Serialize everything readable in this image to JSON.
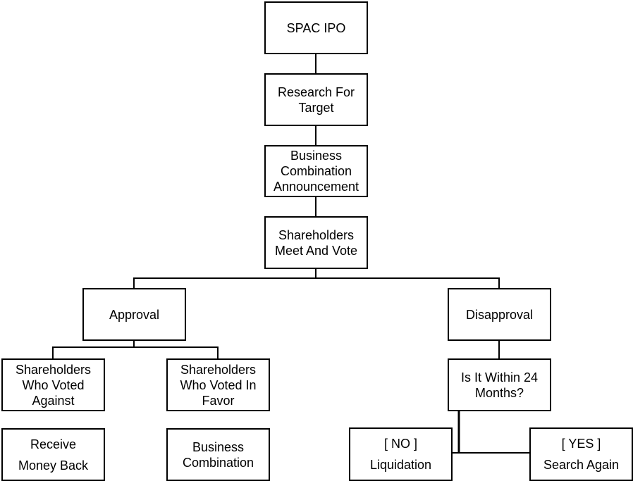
{
  "title": "SPAC process flowchart",
  "nodes": {
    "spac_ipo": [
      "SPAC IPO"
    ],
    "research": [
      "Research For",
      "Target"
    ],
    "announcement": [
      "Business",
      "Combination",
      "Announcement"
    ],
    "vote": [
      "Shareholders",
      "Meet And Vote"
    ],
    "approval": [
      "Approval"
    ],
    "disapproval": [
      "Disapproval"
    ],
    "voted_against": [
      "Shareholders",
      "Who Voted",
      "Against"
    ],
    "voted_favor": [
      "Shareholders",
      "Who Voted In",
      "Favor"
    ],
    "within_24": [
      "Is It Within 24",
      "Months?"
    ],
    "money_back": [
      "Receive",
      "Money Back"
    ],
    "business_combination": [
      "Business",
      "Combination"
    ],
    "no": [
      "[ NO ]",
      "Liquidation"
    ],
    "yes": [
      "[ YES ]",
      "Search Again"
    ]
  }
}
